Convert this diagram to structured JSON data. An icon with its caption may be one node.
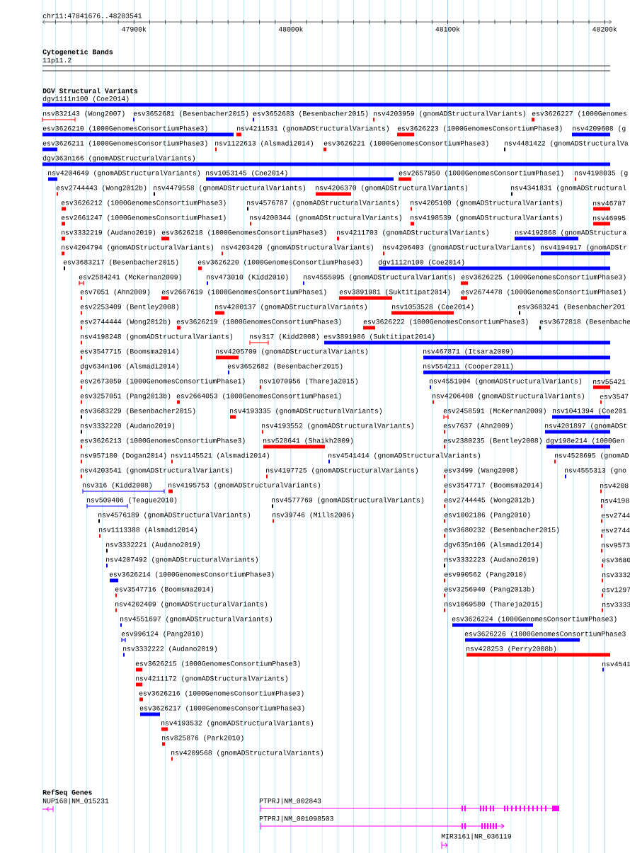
{
  "diagram": {
    "labels": [
      "chr11:47841676..48203541",
      "47900k",
      "48000k",
      "48100k",
      "48200k",
      "Cytogenetic Bands",
      "11p11.2",
      "DGV Structural Variants",
      "dgv1111n100 (Coe2014)",
      "nsv832143 (Wong2007)",
      "esv3652681 (Besenbacher2015)",
      "esv3652683 (Besenbacher2015)",
      "nsv4203959 (gnomADStructuralVariants)",
      "esv3626227 (1000Genomes",
      "esv3626210 (1000GenomesConsortiumPhase3)",
      "nsv4211531 (gnomADStructuralVariants)",
      "esv3626223 (1000GenomesConsortiumPhase3)",
      "nsv4209608 (g",
      "esv3626211 (1000GenomesConsortiumPhase3)",
      "nsv1122613 (Alsmadi2014)",
      "esv3626221 (1000GenomesConsortiumPhase3)",
      "nsv4481422 (gnomADStructuralVa",
      "dgv363n166 (gnomADStructuralVariants)",
      "nsv4204649 (gnomADStructuralVariants)",
      "nsv1053145 (Coe2014)",
      "esv2657950 (1000GenomesConsortiumPhase1)",
      "nsv4198035 (g",
      "esv2744443 (Wong2012b)",
      "nsv4479558 (gnomADStructuralVariants)",
      "nsv4206370 (gnomADStructuralVariants)",
      "nsv4341831 (gnomADStructural",
      "esv3626212 (1000GenomesConsortiumPhase3)",
      "nsv4576787 (gnomADStructuralVariants)",
      "nsv4205100 (gnomADStructuralVariants)",
      "nsv46787",
      "esv2661247 (1000GenomesConsortiumPhase1)",
      "nsv4200344 (gnomADStructuralVariants)",
      "nsv4198539 (gnomADStructuralVariants)",
      "nsv46995",
      "nsv3332219 (Audano2019)",
      "esv3626218 (1000GenomesConsortiumPhase3)",
      "nsv4211703 (gnomADStructuralVariants)",
      "nsv4192868 (gnomADStructura",
      "nsv4204794 (gnomADStructuralVariants)",
      "nsv4203420 (gnomADStructuralVariants)",
      "nsv4206403 (gnomADStructuralVariants)",
      "nsv4194917 (gnomADStr",
      "esv3683217 (Besenbacher2015)",
      "esv3626220 (1000GenomesConsortiumPhase3)",
      "dgv1112n100 (Coe2014)",
      "esv2584241 (McKernan2009)",
      "nsv473010 (Kidd2010)",
      "nsv4555995 (gnomADStructuralVariants)",
      "esv3626225 (1000GenomesConsortiumPhase3)",
      "esv7051 (Ahn2009)",
      "esv2667619 (1000GenomesConsortiumPhase1)",
      "esv3891981 (Suktitipat2014)",
      "esv2674478 (1000GenomesConsortiumPhase1)",
      "esv2253409 (Bentley2008)",
      "nsv4200137 (gnomADStructuralVariants)",
      "nsv1053528 (Coe2014)",
      "esv3683241 (Besenbacher201",
      "esv2744444 (Wong2012b)",
      "esv3626219 (1000GenomesConsortiumPhase3)",
      "esv3626222 (1000GenomesConsortiumPhase3)",
      "esv3672818 (Besenbache",
      "nsv4198248 (gnomADStructuralVariants)",
      "nsv317 (Kidd2008)",
      "esv3891986 (Suktitipat2014)",
      "esv3547715 (Boomsma2014)",
      "nsv4205709 (gnomADStructuralVariants)",
      "nsv467871 (Itsara2009)",
      "dgv634n106 (Alsmadi2014)",
      "esv3652682 (Besenbacher2015)",
      "nsv554211 (Cooper2011)",
      "esv2673059 (1000GenomesConsortiumPhase1)",
      "nsv1070956 (Thareja2015)",
      "nsv4551904 (gnomADStructuralVariants)",
      "nsv55421",
      "esv3257051 (Pang2013b)",
      "esv2664053 (1000GenomesConsortiumPhase1)",
      "nsv4206408 (gnomADStructuralVariants)",
      "esv3547",
      "esv3683229 (Besenbacher2015)",
      "nsv4193335 (gnomADStructuralVariants)",
      "esv2458591 (McKernan2009)",
      "nsv1041394 (Coe201",
      "nsv3332220 (Audano2019)",
      "nsv4193552 (gnomADStructuralVariants)",
      "esv7637 (Ahn2009)",
      "nsv4201897 (gnomADSt",
      "esv3626213 (1000GenomesConsortiumPhase3)",
      "nsv528641 (Shaikh2009)",
      "esv2380235 (Bentley2008)",
      "dgv198e214 (1000Gen",
      "nsv957180 (Dogan2014)",
      "nsv1145521 (Alsmadi2014)",
      "nsv4541414 (gnomADStructuralVariants)",
      "nsv4528695 (gnomAD",
      "nsv4203541 (gnomADStructuralVariants)",
      "nsv4197725 (gnomADStructuralVariants)",
      "esv3499 (Wang2008)",
      "nsv4555313 (gno",
      "nsv316 (Kidd2008)",
      "nsv4195753 (gnomADStructuralVariants)",
      "esv3547717 (Boomsma2014)",
      "nsv4208",
      "nsv509406 (Teague2010)",
      "nsv4577769 (gnomADStructuralVariants)",
      "esv2744445 (Wong2012b)",
      "nsv4198",
      "nsv4576189 (gnomADStructuralVariants)",
      "nsv39746 (Mills2006)",
      "esv1002186 (Pang2010)",
      "esv2744",
      "nsv1113388 (Alsmadi2014)",
      "esv3680232 (Besenbacher2015)",
      "esv2744",
      "nsv3332221 (Audano2019)",
      "dgv635n106 (Alsmadi2014)",
      "nsv9573",
      "nsv4207492 (gnomADStructuralVariants)",
      "nsv3332223 (Audano2019)",
      "esv3680",
      "esv3626214 (1000GenomesConsortiumPhase3)",
      "esv990562 (Pang2010)",
      "nsv3332",
      "esv3547716 (Boomsma2014)",
      "esv3256940 (Pang2013b)",
      "esv1297",
      "nsv4202409 (gnomADStructuralVariants)",
      "nsv1069580 (Thareja2015)",
      "nsv3333",
      "nsv4551697 (gnomADStructuralVariants)",
      "esv3626224 (1000GenomesConsortiumPhase3)",
      "esv996124 (Pang2010)",
      "esv3626226 (1000GenomesConsortiumPhase3",
      "nsv3332222 (Audano2019)",
      "nsv428253 (Perry2008b)",
      "esv3626215 (1000GenomesConsortiumPhase3)",
      "nsv4541",
      "nsv4211172 (gnomADStructuralVariants)",
      "esv3626216 (1000GenomesConsortiumPhase3)",
      "esv3626217 (1000GenomesConsortiumPhase3)",
      "nsv4193532 (gnomADStructuralVariants)",
      "nsv825876 (Park2010)",
      "nsv4209568 (gnomADStructuralVariants)",
      "RefSeq Genes",
      "NUP160|NM_015231",
      "PTPRJ|NM_002843",
      "PTPRJ|NM_001098503",
      "MIR3161|NR_036119"
    ]
  }
}
